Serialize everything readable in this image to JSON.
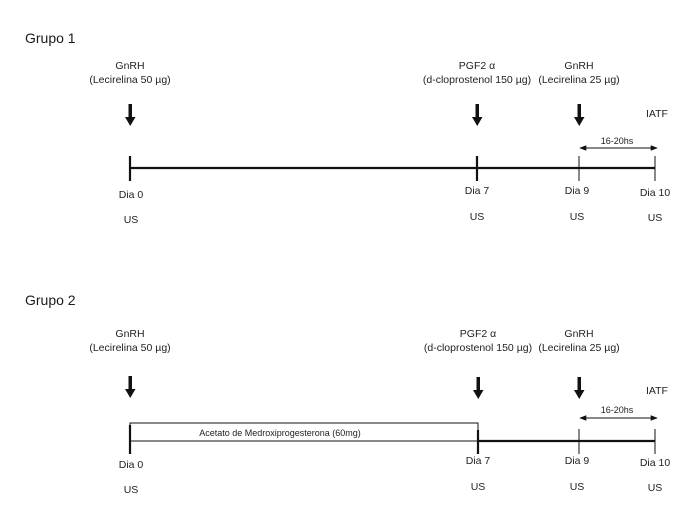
{
  "colors": {
    "line": "#111111",
    "text": "#222222",
    "background": "#ffffff"
  },
  "groups": [
    {
      "title": "Grupo 1",
      "events": [
        {
          "drug": "GnRH",
          "dose": "(Lecirelina 50 µg)"
        },
        {
          "drug": "PGF2 α",
          "dose": "(d-cloprostenol 150 µg)"
        },
        {
          "drug": "GnRH",
          "dose": "(Lecirelina 25 µg)"
        }
      ],
      "iatf": "IATF",
      "interval": "16-20hs",
      "days": [
        {
          "label": "Dia 0",
          "exam": "US"
        },
        {
          "label": "Dia 7",
          "exam": "US"
        },
        {
          "label": "Dia 9",
          "exam": "US"
        },
        {
          "label": "Dia 10",
          "exam": "US"
        }
      ]
    },
    {
      "title": "Grupo 2",
      "events": [
        {
          "drug": "GnRH",
          "dose": "(Lecirelina 50 µg)"
        },
        {
          "drug": "PGF2 α",
          "dose": "(d-cloprostenol 150 µg)"
        },
        {
          "drug": "GnRH",
          "dose": "(Lecirelina 25 µg)"
        }
      ],
      "treatment_bar": "Acetato de Medroxiprogesterona (60mg)",
      "iatf": "IATF",
      "interval": "16-20hs",
      "days": [
        {
          "label": "Dia 0",
          "exam": "US"
        },
        {
          "label": "Dia 7",
          "exam": "US"
        },
        {
          "label": "Dia 9",
          "exam": "US"
        },
        {
          "label": "Dia 10",
          "exam": "US"
        }
      ]
    }
  ]
}
